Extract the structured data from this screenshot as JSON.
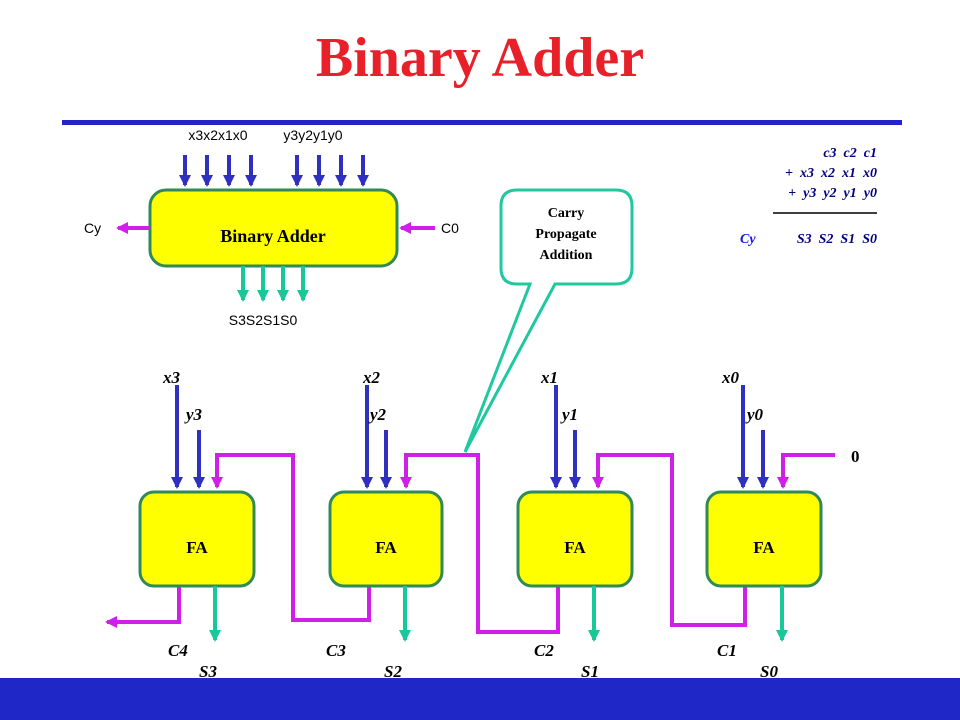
{
  "title": "Binary Adder",
  "block": {
    "label": "Binary Adder",
    "input_x": "x3x2x1x0",
    "input_y": "y3y2y1y0",
    "carry_out": "Cy",
    "carry_in": "C0",
    "sum_out": "S3S2S1S0"
  },
  "callout": {
    "line1": "Carry",
    "line2": "Propagate",
    "line3": "Addition"
  },
  "equation": {
    "row1": "c3  c2  c1",
    "row2": "+  x3  x2  x1  x0",
    "row3": "+  y3  y2  y1  y0",
    "result_cy": "Cy",
    "result_sums": "S3  S2  S1  S0"
  },
  "ripple": {
    "carry_in_value": "0",
    "full_adders": [
      {
        "label": "FA",
        "x": "x3",
        "y": "y3",
        "carry": "C4",
        "sum": "S3"
      },
      {
        "label": "FA",
        "x": "x2",
        "y": "y2",
        "carry": "C3",
        "sum": "S2"
      },
      {
        "label": "FA",
        "x": "x1",
        "y": "y1",
        "carry": "C2",
        "sum": "S1"
      },
      {
        "label": "FA",
        "x": "x0",
        "y": "y0",
        "carry": "C1",
        "sum": "S0"
      }
    ]
  },
  "colors": {
    "title": "#e8202a",
    "rule": "#2323c8",
    "footer": "#1f27c6",
    "block_fill": "#ffff00",
    "block_border": "#2f8a58",
    "input_arrow": "#3030c0",
    "output_arrow": "#18c898",
    "carry_arrow": "#d020e8",
    "callout_border": "#20c8a0",
    "equation_text": "#000080",
    "cy_text": "#1414e8"
  }
}
